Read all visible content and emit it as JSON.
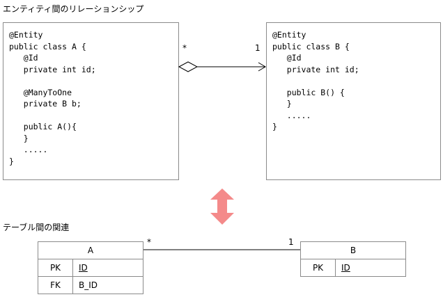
{
  "top_title": "エンティティ間のリレーションシップ",
  "bottom_title": "テーブル間の関連",
  "entity_a": {
    "lines": [
      "@Entity",
      "public class A {",
      "   @Id",
      "   private int id;",
      "",
      "   @ManyToOne",
      "   private B b;",
      "",
      "   public A(){",
      "   }",
      "   .....",
      "}"
    ]
  },
  "entity_b": {
    "lines": [
      "@Entity",
      "public class B {",
      "   @Id",
      "   private int id;",
      "",
      "   public B() {",
      "   }",
      "   .....",
      "}"
    ]
  },
  "relationship": {
    "source_multiplicity": "*",
    "target_multiplicity": "1"
  },
  "table_relation": {
    "source_multiplicity": "*",
    "target_multiplicity": "1"
  },
  "table_a": {
    "name": "A",
    "rows": [
      {
        "key": "PK",
        "column": "ID"
      },
      {
        "key": "FK",
        "column": "B_ID"
      }
    ]
  },
  "table_b": {
    "name": "B",
    "rows": [
      {
        "key": "PK",
        "column": "ID"
      }
    ]
  },
  "colors": {
    "arrow_fill": "#f48a8a",
    "border": "#8a8a8a"
  }
}
